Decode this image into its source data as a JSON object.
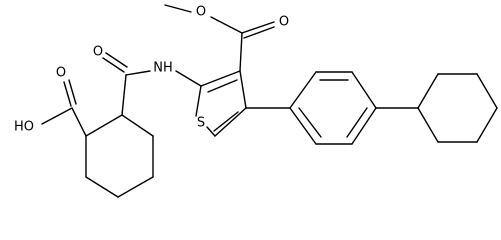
{
  "structure": {
    "labels": {
      "oh": "HO",
      "o_acid_carbonyl": "O",
      "o_amide": "O",
      "nh": "NH",
      "o_ester_carbonyl": "O",
      "o_ester": "O",
      "s": "S"
    },
    "colors": {
      "bond": "#000000",
      "text": "#000000",
      "background": "#ffffff"
    }
  }
}
